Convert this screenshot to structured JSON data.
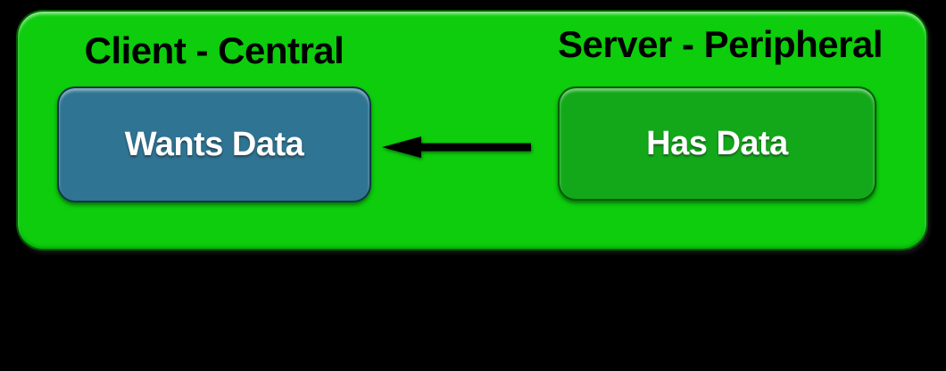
{
  "diagram": {
    "client": {
      "title": "Client - Central",
      "box_label": "Wants Data"
    },
    "server": {
      "title": "Server - Peripheral",
      "box_label": "Has Data"
    },
    "arrow": {
      "icon": "arrow-left-icon",
      "direction": "right-to-left"
    }
  },
  "colors": {
    "background": "#000000",
    "panel_green": "#0DCD0D",
    "client_box_teal": "#2F7492",
    "server_box_green": "#13A81A",
    "title_text": "#000000",
    "label_text": "#FFFFFF",
    "arrow_black": "#000000"
  }
}
